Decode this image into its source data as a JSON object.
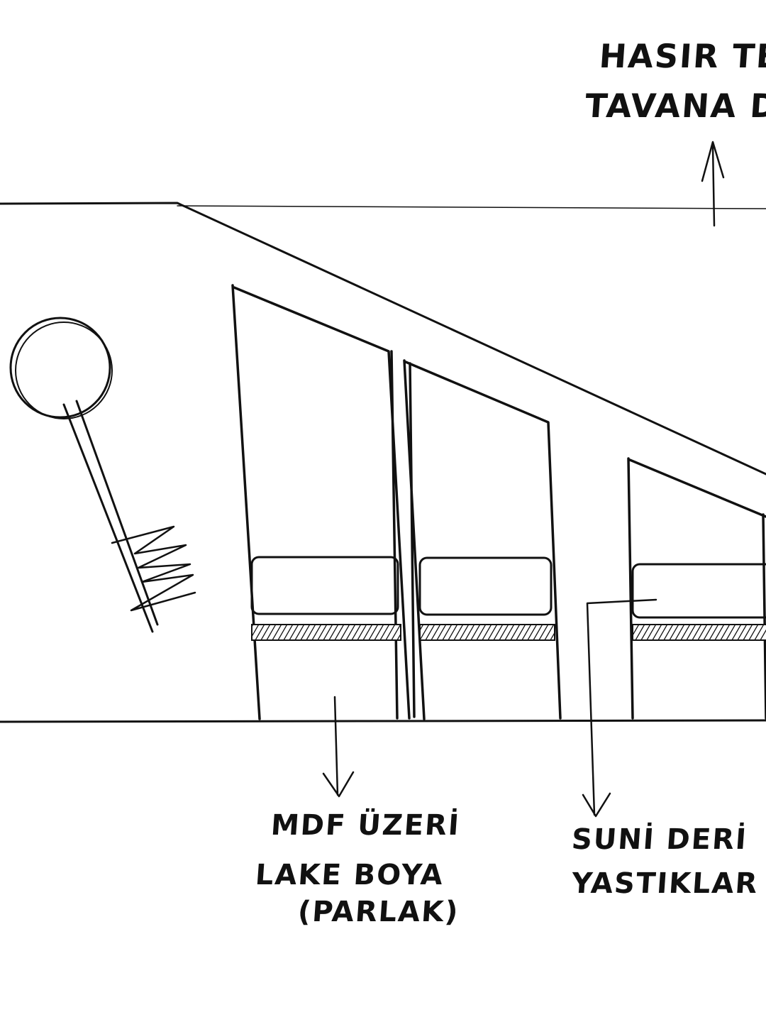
{
  "annotations": {
    "ceiling_line1": "HASIR TEL",
    "ceiling_line2": "TAVANA D",
    "mdf_line1": "MDF ÜZERİ",
    "mdf_line2": "LAKE BOYA",
    "mdf_line3": "(PARLAK)",
    "cushion_line1": "SUNİ DERİ",
    "cushion_line2": "YASTIKLAR"
  },
  "colors": {
    "ink": "#111111",
    "paper": "#ffffff"
  }
}
